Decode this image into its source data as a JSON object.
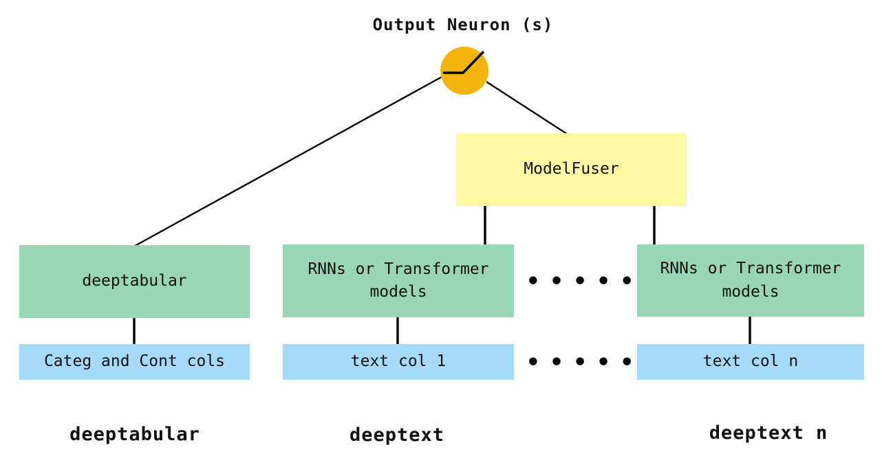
{
  "diagram": {
    "title": "Output Neuron (s)",
    "fuser": {
      "label": "ModelFuser"
    },
    "columns": [
      {
        "model_label": "deeptabular",
        "input_label": "Categ and Cont cols",
        "component_label": "deeptabular"
      },
      {
        "model_label": "RNNs or Transformer models",
        "input_label": "text col 1",
        "component_label": "deeptext"
      },
      {
        "model_label": "RNNs or Transformer models",
        "input_label": "text col n",
        "component_label": "deeptext n"
      }
    ],
    "ellipsis": "●●●●●",
    "colors": {
      "neuron_fill": "#F2B50E",
      "fuser_fill": "#FDF8A3",
      "model_fill": "#99D6B5",
      "input_fill": "#A5DBF8",
      "wire": "#000000"
    }
  }
}
